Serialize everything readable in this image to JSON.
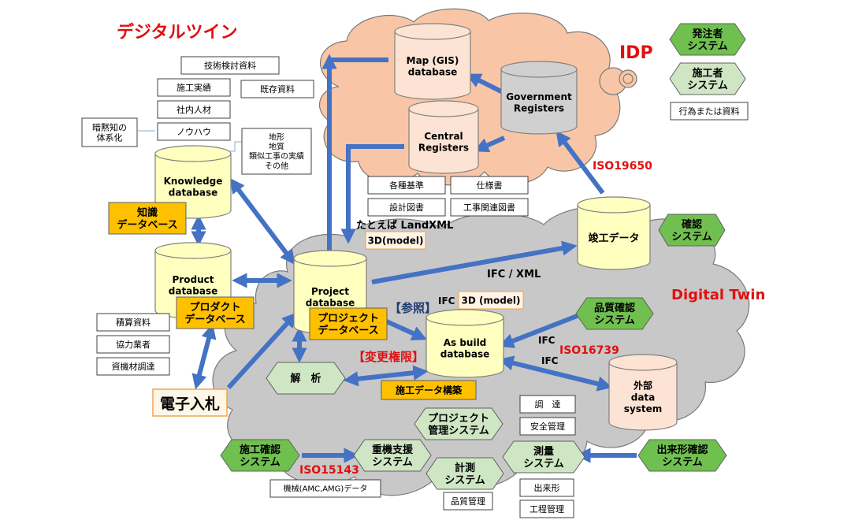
{
  "titles": {
    "digital_twin_jp": "デジタルツイン",
    "idp": "IDP",
    "digital_twin_en": "Digital Twin"
  },
  "legend": {
    "orderer_system": "発注者\nシステム",
    "contractor_system": "施工者\nシステム",
    "action_or_document": "行為または資料"
  },
  "databases": {
    "map_gis": "Map (GIS)\ndatabase",
    "government_registers": "Government\nRegisters",
    "central_registers": "Central\nRegisters",
    "knowledge": "Knowledge\ndatabase",
    "product": "Product\ndatabase",
    "project": "Project\ndatabase",
    "as_build": "As build\ndatabase",
    "as_built_data": "竣工データ",
    "external": "外部\ndata\nsystem"
  },
  "documents": {
    "technical_review": "技術検討資料",
    "construction_record": "施工実績",
    "existing_materials": "既存資料",
    "internal_staff": "社内人材",
    "tacit_knowledge": "暗黙知の\n体系化",
    "knowhow": "ノウハウ",
    "terrain": "地形\n地質\n類似工事の実績\nその他",
    "standards": "各種基準",
    "specifications": "仕様書",
    "design_drawings": "設計図書",
    "construction_drawings": "工事関連図書",
    "estimate": "積算資料",
    "partners": "協力業者",
    "material_procurement": "資機材調達",
    "procurement": "調　達",
    "safety_management": "安全管理",
    "machine_data": "機械(AMC,AMG)データ",
    "quality_management": "品質管理",
    "finished_shape": "出来形",
    "process_management": "工程管理",
    "model_3d": "3D(model)",
    "model_3d_b": "3D (model)"
  },
  "orange_labels": {
    "knowledge_db": "知識\nデータベース",
    "product_db": "プロダクト\nデータベース",
    "project_db": "プロジェクト\nデータベース",
    "construction_data": "施工データ構築"
  },
  "systems": {
    "confirmation": "確認\nシステム",
    "quality_confirmation": "品質確認\nシステム",
    "analysis": "解　析",
    "project_management": "プロジェクト\n管理システム",
    "heavy_machinery": "重機支援\nシステム",
    "surveying": "測量\nシステム",
    "measurement": "計測\nシステム",
    "construction_confirmation": "施工確認\nシステム",
    "finished_shape_confirmation": "出来形確認\nシステム"
  },
  "labels": {
    "e_bidding": "電子入札",
    "iso19650": "ISO19650",
    "iso16739": "ISO16739",
    "iso15143": "ISO15143",
    "landxml": "たとえば LandXML",
    "ifc_xml": "IFC / XML",
    "ifc_a": "IFC",
    "ifc_b": "IFC",
    "ifc_c": "IFC",
    "reference": "【参照】",
    "change_authority": "【変更権限】"
  },
  "colors": {
    "idp_cloud": "#f8c6a6",
    "twin_cloud": "#c8c8c8",
    "knowledge_cylinder": "#ffffc0",
    "gis_cylinder": "#fde3d3",
    "gov_cylinder": "#d0d0d0",
    "orange_box": "#ffc000",
    "orderer_hex": "#70c050",
    "contractor_hex": "#cfe6c4",
    "arrow_blue": "#4472c4",
    "red_text": "#e01010"
  }
}
